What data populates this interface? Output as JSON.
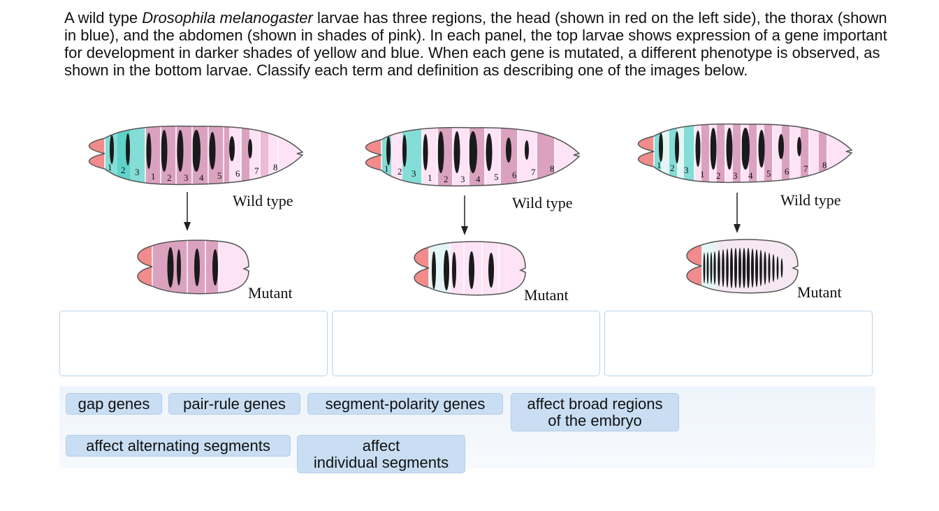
{
  "question": {
    "part1": "A wild type ",
    "species": "Drosophila melanogaster",
    "part2": " larvae has three regions, the head (shown in red on the left side), the thorax (shown in blue), and the abdomen (shown in shades of pink). In each panel, the top larvae shows expression of a gene important for development in darker shades of yellow and blue. When each gene is mutated, a different phenotype is observed, as shown in the bottom larvae. Classify each term and definition as describing one of the images below."
  },
  "panels": [
    {
      "wild_label": "Wild type",
      "mutant_label": "Mutant",
      "thoracic_numbers": [
        "1",
        "2",
        "3"
      ],
      "abdominal_numbers": [
        "1",
        "2",
        "3",
        "4",
        "5",
        "6",
        "7",
        "8"
      ]
    },
    {
      "wild_label": "Wild type",
      "mutant_label": "Mutant",
      "thoracic_numbers": [
        "1",
        "2",
        "3"
      ],
      "abdominal_numbers": [
        "1",
        "2",
        "3",
        "4",
        "5",
        "6",
        "7",
        "8"
      ]
    },
    {
      "wild_label": "Wild type",
      "mutant_label": "Mutant",
      "thoracic_numbers": [
        "1",
        "2",
        "3"
      ],
      "abdominal_numbers": [
        "1",
        "2",
        "3",
        "4",
        "5",
        "6",
        "7",
        "8"
      ]
    }
  ],
  "chips": {
    "gap_genes": "gap genes",
    "pair_rule_genes": "pair-rule genes",
    "segment_polarity_genes": "segment-polarity genes",
    "broad_line1": "affect broad regions",
    "broad_line2": "of the embryo",
    "alternating": "affect alternating segments",
    "individual_line1": "affect",
    "individual_line2": "individual segments"
  },
  "colors": {
    "head": "#f28b8b",
    "thorax": "#84ddd6",
    "abdomen_light": "#fde3f5",
    "abdomen_dark": "#dba2c0",
    "band": "#1a1a1a",
    "dropzone_border": "#b9d3ea",
    "chip_bg": "#c9def3"
  }
}
